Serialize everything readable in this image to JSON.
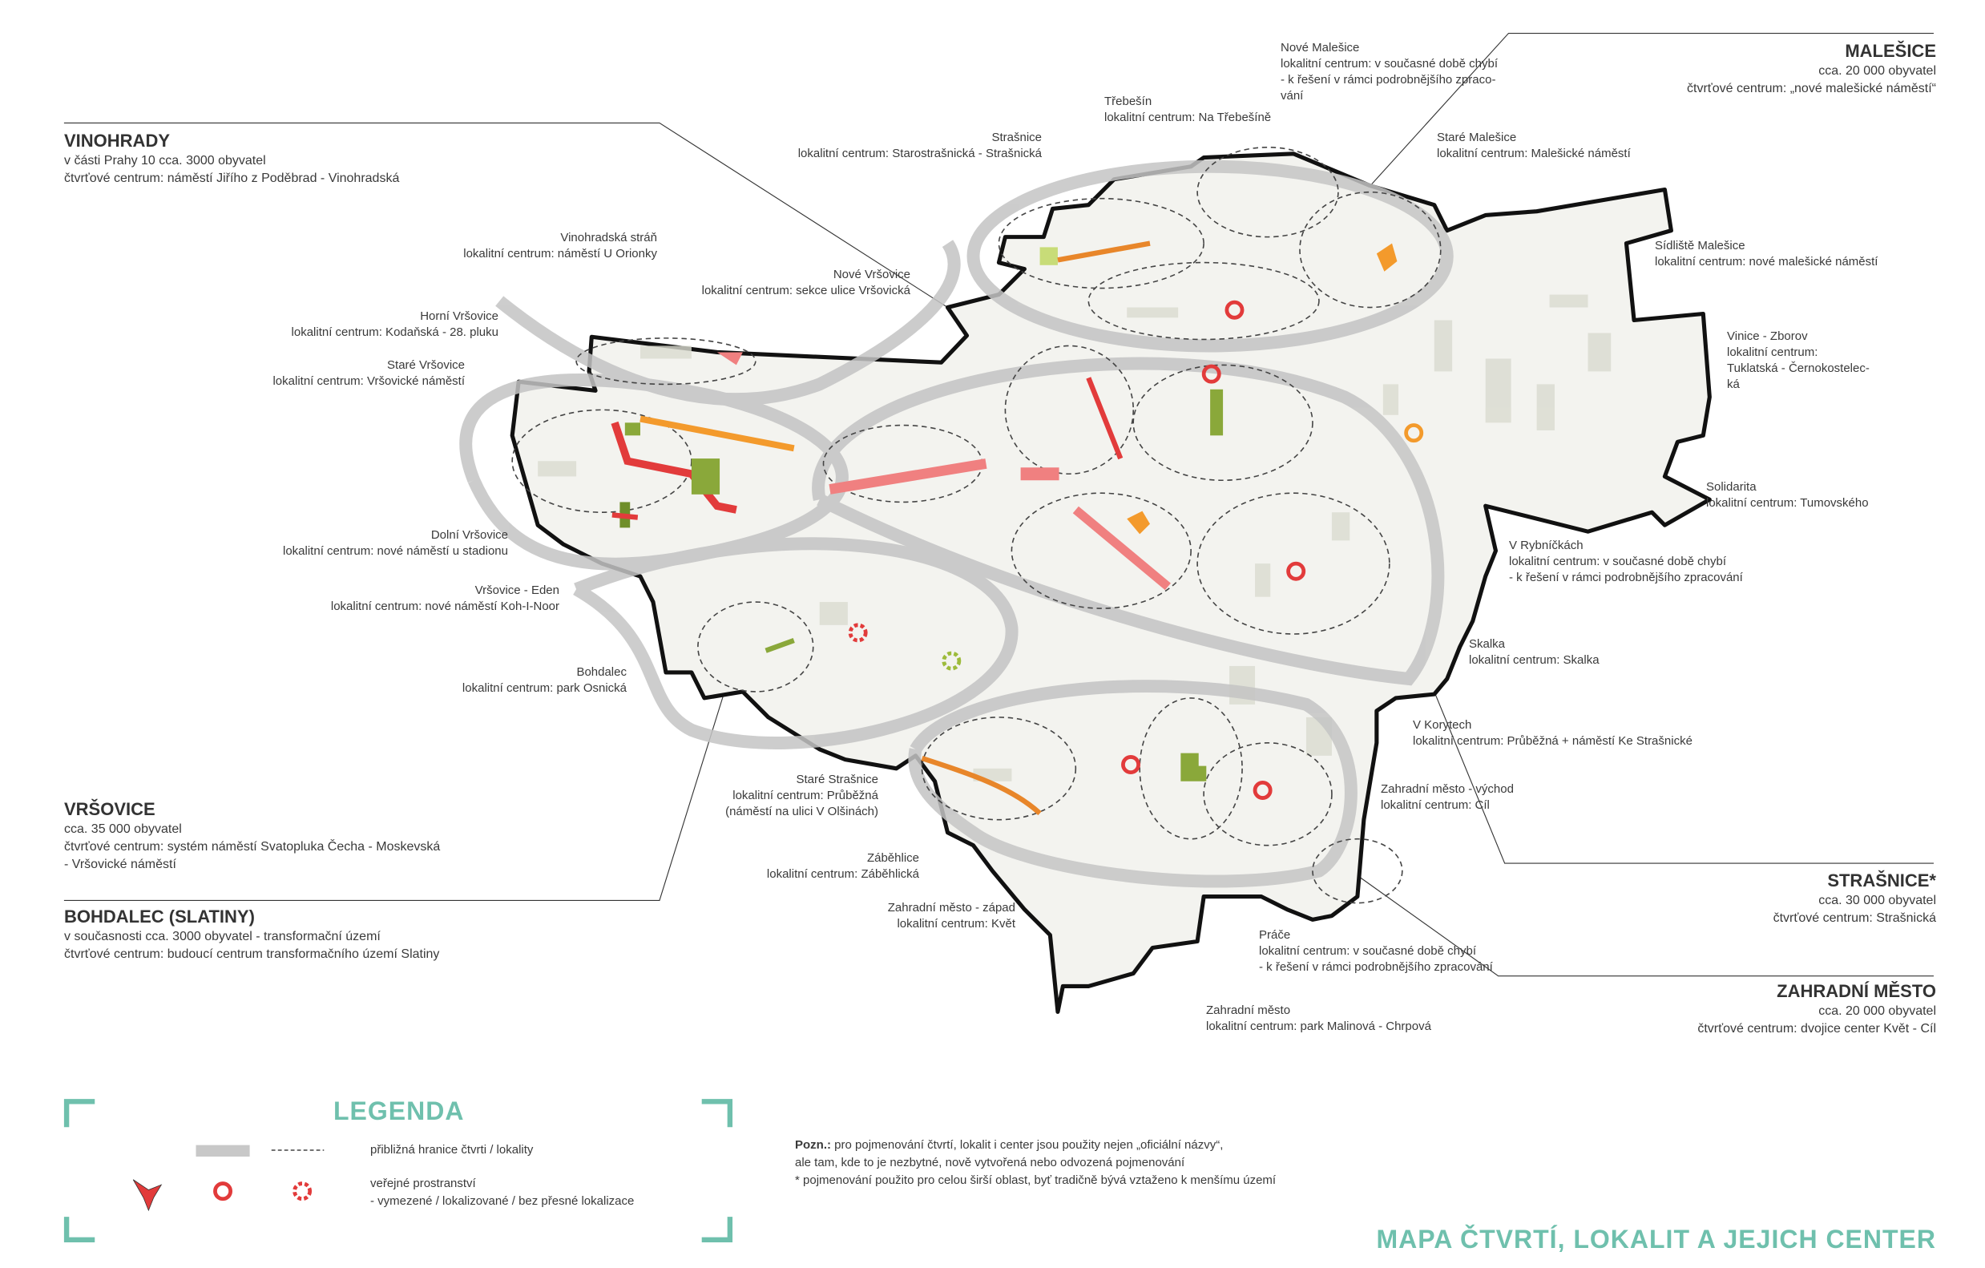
{
  "title": "MAPA ČTVRTÍ, LOKALIT A JEJICH CENTER",
  "districts": {
    "vinohrady": {
      "name": "VINOHRADY",
      "line1": "v části Prahy 10 cca. 3000 obyvatel",
      "line2": "čtvrťové centrum: náměstí Jiřího z Poděbrad - Vinohradská"
    },
    "malesice": {
      "name": "MALEŠICE",
      "line1": "cca. 20 000 obyvatel",
      "line2": "čtvrťové centrum: „nové malešické náměstí“"
    },
    "vrsovice": {
      "name": "VRŠOVICE",
      "line1": "cca. 35 000 obyvatel",
      "line2": "čtvrťové centrum: systém náměstí Svatopluka Čecha - Moskevská",
      "line3": "- Vršovické náměstí"
    },
    "bohdalec": {
      "name": "BOHDALEC (SLATINY)",
      "line1": "v současnosti cca. 3000 obyvatel - transformační území",
      "line2": "čtvrťové centrum: budoucí centrum transformačního území Slatiny"
    },
    "strasnice": {
      "name": "STRAŠNICE*",
      "line1": "cca. 30 000 obyvatel",
      "line2": "čtvrťové centrum: Strašnická"
    },
    "zahradni_mesto": {
      "name": "ZAHRADNÍ MĚSTO",
      "line1": "cca. 20 000 obyvatel",
      "line2": "čtvrťové centrum: dvojice center Květ - Cíl"
    }
  },
  "localities": {
    "vinohradska_stran": {
      "name": "Vinohradská stráň",
      "center": "lokalitní centrum: náměstí U Orionky"
    },
    "horni_vrsovice": {
      "name": "Horní Vršovice",
      "center": "lokalitní centrum: Kodaňská - 28. pluku"
    },
    "stare_vrsovice": {
      "name": "Staré Vršovice",
      "center": "lokalitní centrum: Vršovické náměstí"
    },
    "nove_vrsovice": {
      "name": "Nové Vršovice",
      "center": "lokalitní centrum: sekce ulice Vršovická"
    },
    "strasnice": {
      "name": "Strašnice",
      "center": "lokalitní centrum: Starostrašnická - Strašnická"
    },
    "trebesin": {
      "name": "Třebešín",
      "center": "lokalitní centrum: Na Třebešíně"
    },
    "nove_malesice": {
      "name": "Nové Malešice",
      "center": "lokalitní centrum: v současné době chybí",
      "line3": "- k řešení v rámci podrobnějšího zpraco-",
      "line4": "vání"
    },
    "stare_malesice": {
      "name": "Staré Malešice",
      "center": "lokalitní centrum: Malešické náměstí"
    },
    "sidliste_malesice": {
      "name": "Sídliště Malešice",
      "center": "lokalitní centrum: nové malešické náměstí"
    },
    "vinice_zborov": {
      "name": "Vinice - Zborov",
      "center": "lokalitní centrum:",
      "line3": "Tuklatská - Černokostelec-",
      "line4": "ká"
    },
    "solidarita": {
      "name": "Solidarita",
      "center": "lokalitní centrum: Tumovského"
    },
    "v_rybnickach": {
      "name": "V Rybníčkách",
      "center": "lokalitní centrum: v současné době chybí",
      "line3": "- k řešení v rámci podrobnějšího zpracování"
    },
    "skalka": {
      "name": "Skalka",
      "center": "lokalitní centrum: Skalka"
    },
    "v_korytech": {
      "name": "V Korytech",
      "center": "lokalitní centrum: Průběžná + náměstí Ke Strašnické"
    },
    "zm_vychod": {
      "name": "Zahradní město - východ",
      "center": "lokalitní centrum: Cíl"
    },
    "prace": {
      "name": "Práče",
      "center": "lokalitní centrum: v současné době chybí",
      "line3": "- k řešení v rámci podrobnějšího zpracování"
    },
    "zahradni_mesto": {
      "name": "Zahradní město",
      "center": "lokalitní centrum: park Malinová - Chrpová"
    },
    "zm_zapad": {
      "name": "Zahradní město - západ",
      "center": "lokalitní centrum: Květ"
    },
    "zabehlice": {
      "name": "Záběhlice",
      "center": "lokalitní centrum: Záběhlická"
    },
    "stare_strasnice": {
      "name": "Staré Strašnice",
      "center": "lokalitní centrum: Průběžná",
      "line3": "(náměstí na ulici V Olšinách)"
    },
    "bohdalec": {
      "name": "Bohdalec",
      "center": "lokalitní centrum: park Osnická"
    },
    "vrsovice_eden": {
      "name": "Vršovice - Eden",
      "center": "lokalitní centrum: nové náměstí Koh-I-Noor"
    },
    "dolni_vrsovice": {
      "name": "Dolní Vršovice",
      "center": "lokalitní centrum: nové náměstí u stadionu"
    }
  },
  "legend": {
    "title": "LEGENDA",
    "boundary": "přibližná hranice čtvrti / lokality",
    "public_space": "veřejné prostranství",
    "public_space_types": "- vymezené / lokalizované / bez přesné lokalizace"
  },
  "note": {
    "prefix": "Pozn.:",
    "line1": " pro pojmenování čtvrtí, lokalit i center jsou použity nejen „oficiální názvy“,",
    "line2": "ale tam, kde to je nezbytné, nově vytvořená nebo odvozená pojmenování",
    "line3": "* pojmenování použito pro celou širší oblast, byť tradičně bývá vztaženo k menšímu území"
  },
  "colors": {
    "accent": "#6fc0ad",
    "boundary": "#111111",
    "ring": "#c8c8c8",
    "red": "#e23b3b",
    "orange": "#f39a2c",
    "green": "#8aa83a",
    "pink": "#f08080"
  }
}
